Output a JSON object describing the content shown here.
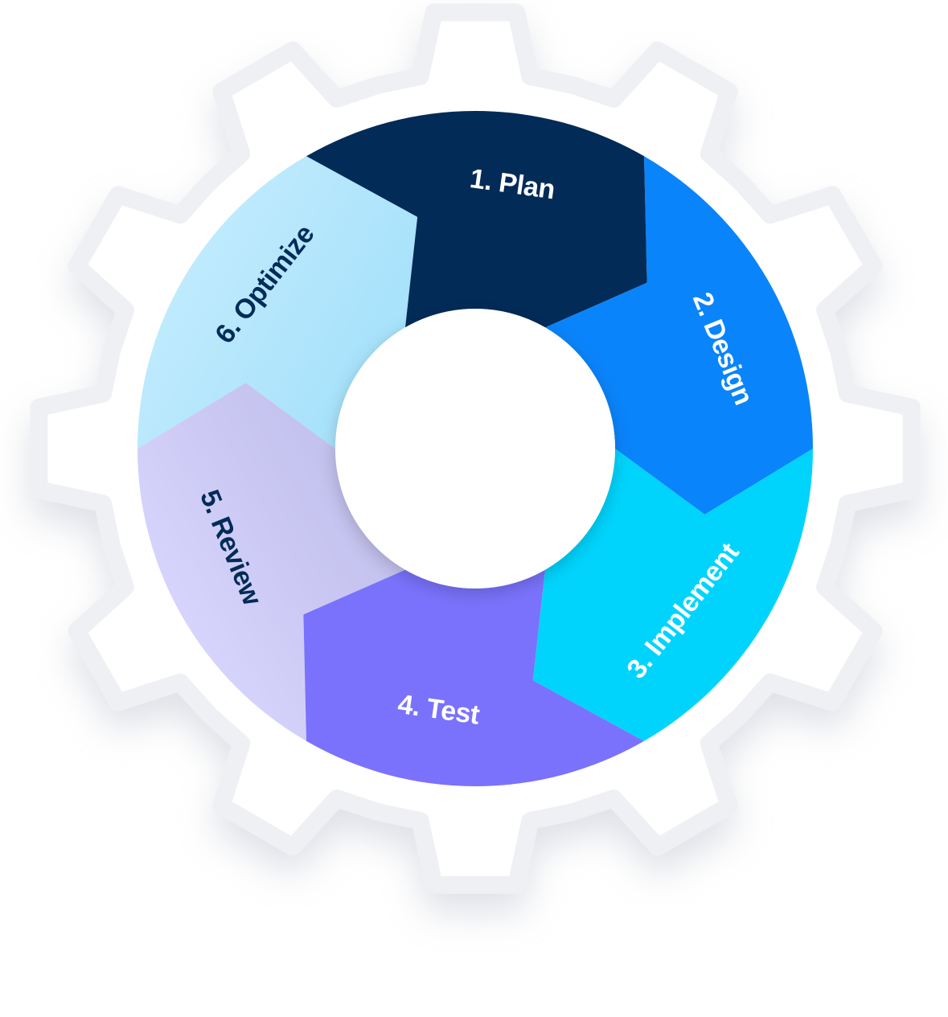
{
  "diagram": {
    "type": "cycle",
    "colors": {
      "gear_fill": "#ffffff",
      "gear_stroke": "#eef0f4",
      "gear_shadow": "#c5c9d6",
      "hub_fill": "#ffffff"
    },
    "steps": [
      {
        "label": "1. Plan",
        "color": "#022b57",
        "color_light": "#022b57",
        "text_color": "#ffffff"
      },
      {
        "label": "2. Design",
        "color": "#0a84fb",
        "color_light": "#0a84fb",
        "text_color": "#ffffff"
      },
      {
        "label": "3. Implement",
        "color": "#00d4fd",
        "color_light": "#00d4fd",
        "text_color": "#ffffff"
      },
      {
        "label": "4. Test",
        "color": "#7a72fc",
        "color_light": "#7a72fc",
        "text_color": "#ffffff"
      },
      {
        "label": "5. Review",
        "color": "#d6d4fc",
        "color_light": "#c4c2ee",
        "text_color": "#022b57"
      },
      {
        "label": "6. Optimize",
        "color": "#bfeafd",
        "color_light": "#a8e2fb",
        "text_color": "#022b57"
      }
    ]
  }
}
